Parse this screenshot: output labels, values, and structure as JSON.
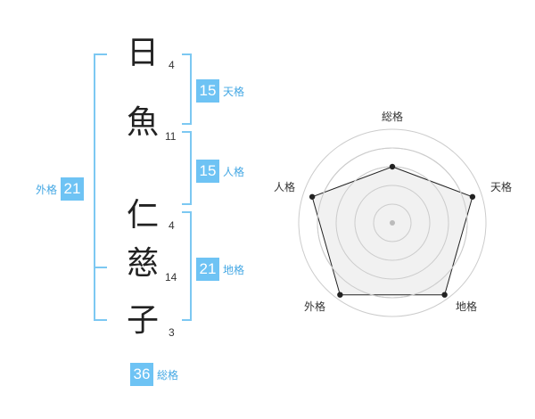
{
  "characters": [
    {
      "char": "日",
      "strokes": "4"
    },
    {
      "char": "魚",
      "strokes": "11"
    },
    {
      "char": "仁",
      "strokes": "4"
    },
    {
      "char": "慈",
      "strokes": "14"
    },
    {
      "char": "子",
      "strokes": "3"
    }
  ],
  "kakusu": {
    "tenkaku": {
      "value": "15",
      "label": "天格"
    },
    "jinkaku": {
      "value": "15",
      "label": "人格"
    },
    "chikaku": {
      "value": "21",
      "label": "地格"
    },
    "gaikaku": {
      "value": "21",
      "label": "外格"
    },
    "soukaku": {
      "value": "36",
      "label": "総格"
    }
  },
  "radar": {
    "axes": [
      "総格",
      "天格",
      "地格",
      "外格",
      "人格"
    ],
    "levels": 5,
    "values": [
      0.6,
      0.9,
      0.95,
      0.95,
      0.9
    ],
    "grid_color": "#cccccc",
    "fill_color": "#eeeeee",
    "line_color": "#222222"
  },
  "colors": {
    "accent": "#6ec3f4",
    "accent_text": "#45a8e4",
    "bracket": "#7cc8f2"
  }
}
